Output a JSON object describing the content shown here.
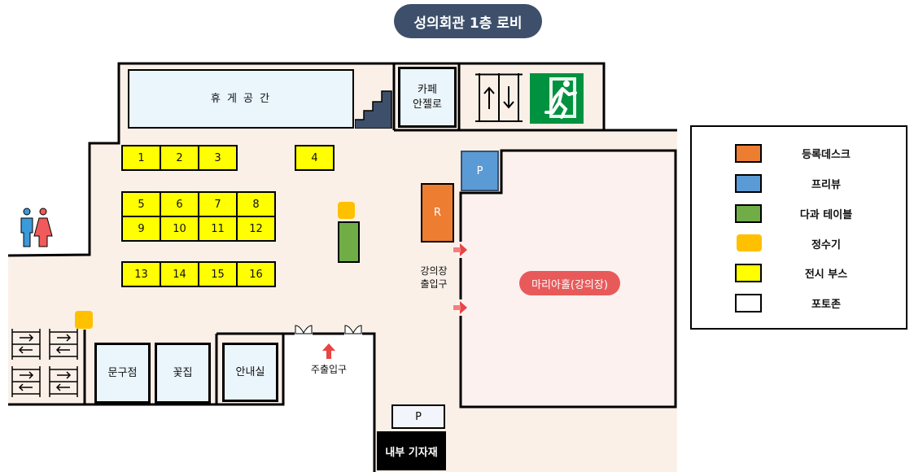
{
  "title": "성의회관 1층 로비",
  "rooms": {
    "lounge": "휴 게 공 간",
    "cafe": "카페\n안젤로",
    "stationery": "문구점",
    "florist": "꽃집",
    "info": "안내실",
    "hall": "마리아홀(강의장)",
    "storage": "내부 기자재"
  },
  "labels": {
    "lecture_entrance_1": "강의장",
    "lecture_entrance_2": "출입구",
    "main_entrance": "주출입구",
    "registration": "R",
    "free_view_1": "P",
    "free_view_2": "P"
  },
  "booths": [
    "1",
    "2",
    "3",
    "4",
    "5",
    "6",
    "7",
    "8",
    "9",
    "10",
    "11",
    "12",
    "13",
    "14",
    "15",
    "16"
  ],
  "legend": [
    {
      "label": "등록데스크",
      "color": "#ed7d31"
    },
    {
      "label": "프리뷰",
      "color": "#5b9bd5"
    },
    {
      "label": "다과 테이블",
      "color": "#70ad47"
    },
    {
      "label": "정수기",
      "color": "#ffc000"
    },
    {
      "label": "전시 부스",
      "color": "#ffff00"
    },
    {
      "label": "포토존",
      "color": "#ffffff"
    }
  ],
  "icons": [
    "restroom-icon",
    "stairs-icon",
    "elevator-icon",
    "emergency-exit-icon",
    "escalator-icon",
    "door-icon",
    "arrow-icon"
  ]
}
